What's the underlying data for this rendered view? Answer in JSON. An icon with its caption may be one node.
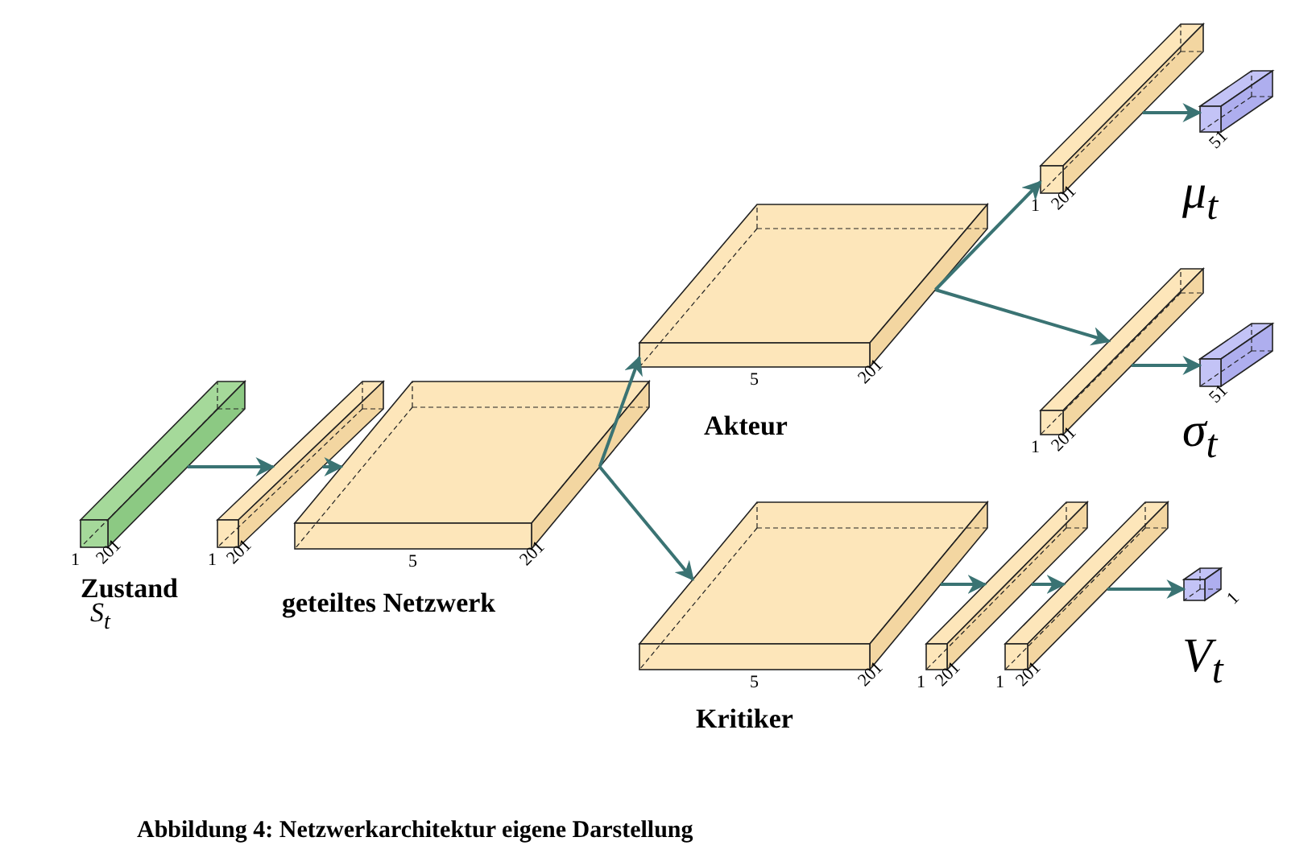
{
  "diagram": {
    "caption": "Abbildung 4: Netzwerkarchitektur eigene Darstellung",
    "nodes": [
      {
        "text": [
          "Zustand",
          "S$_{t}$"
        ],
        "beside": [
          "1",
          "201"
        ]
      },
      {
        "text": [],
        "shape": "box",
        "beside": [
          "1",
          "201"
        ]
      },
      {
        "text": [
          "geteiltes Netzwerk"
        ],
        "beside": [
          "5",
          "201"
        ]
      },
      {
        "text": [
          "Akteur"
        ],
        "beside": [
          "5",
          "201"
        ]
      },
      {
        "text": [],
        "shape": "box",
        "beside": [
          "1",
          "201"
        ]
      },
      {
        "text": [
          "μ$_{t}$"
        ],
        "beside": [
          "51"
        ]
      },
      {
        "text": [],
        "shape": "box",
        "beside": [
          "1",
          "201"
        ]
      },
      {
        "text": [
          "σ$_{t}$"
        ],
        "beside": [
          "51"
        ]
      },
      {
        "text": [
          "Kritiker"
        ],
        "beside": [
          "5",
          "201"
        ]
      },
      {
        "text": [],
        "shape": "box",
        "beside": [
          "1",
          "201"
        ]
      },
      {
        "text": [],
        "shape": "box",
        "beside": [
          "1",
          "201"
        ]
      },
      {
        "text": [
          "V$_{t}$"
        ],
        "beside": [
          "1"
        ]
      }
    ],
    "edges": [
      {
        "from": 0,
        "to": 1,
        "arrow": "to"
      },
      {
        "from": 1,
        "to": 2,
        "arrow": "to"
      },
      {
        "from": 2,
        "to": 3,
        "arrow": "to"
      },
      {
        "from": 2,
        "to": 8,
        "arrow": "to"
      },
      {
        "from": 3,
        "to": 4,
        "arrow": "to"
      },
      {
        "from": 3,
        "to": 6,
        "arrow": "to"
      },
      {
        "from": 4,
        "to": 5,
        "arrow": "to"
      },
      {
        "from": 6,
        "to": 7,
        "arrow": "to"
      },
      {
        "from": 8,
        "to": 9,
        "arrow": "to"
      },
      {
        "from": 9,
        "to": 10,
        "arrow": "to"
      },
      {
        "from": 10,
        "to": 11,
        "arrow": "to"
      }
    ]
  }
}
